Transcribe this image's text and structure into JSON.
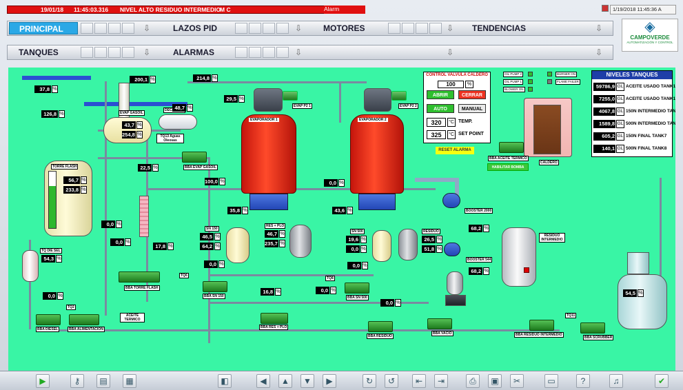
{
  "alarm": {
    "date": "19/01/18",
    "time": "11:45:03.316",
    "message": "NIVEL ALTO  RESIDUO INTERMEDIO",
    "code": "M C",
    "label": "Alarm"
  },
  "clock": "1/19/2018 11:45:36 A",
  "nav": {
    "row1": [
      "PRINCIPAL",
      "LAZOS PID",
      "MOTORES",
      "TENDENCIAS"
    ],
    "row2": [
      "TANQUES",
      "ALARMAS"
    ]
  },
  "logo": {
    "name": "CAMPOVERDE",
    "tagline": "AUTOMATIZACIÓN Y CONTROL"
  },
  "values": {
    "v200_1": "200,1",
    "v37_8": "37,8",
    "v126_8": "126,8",
    "v43_7": "43,7",
    "v254_8": "254,8",
    "v48_7": "48,7",
    "v214_8": "214,8",
    "v29_5": "29,5",
    "v22_5": "22,5",
    "v100_0": "100,0",
    "v56_7": "56,7",
    "v233_8": "233,8",
    "v0_0a": "0,0",
    "v0_0b": "0,0",
    "v17_8": "17,8",
    "v54_3": "54,3",
    "v0_0c": "0,0",
    "v35_8": "35,8",
    "v46_5": "46,5",
    "v64_2": "64,2",
    "v46_7": "46,7",
    "v235_7": "235,7",
    "v0_0d": "0,0",
    "v16_8": "16,8",
    "v0_0e": "0,0",
    "v43_6": "43,6",
    "v19_6": "19,6",
    "v0_0f": "0,0",
    "v26_5": "26,5",
    "v51_8": "51,8",
    "v0_0g": "0,0",
    "v0_0h": "0,0",
    "v0_0i": "0,0",
    "v68_2a": "68,2",
    "v68_2b": "68,2",
    "v54_5": "54,5"
  },
  "units": {
    "pct": "%",
    "deg": "°C",
    "gl": "GL"
  },
  "tags": {
    "evap_gasoil": "EVAP GASOIL",
    "decanter": "DECANTER",
    "tq13": "TQ13 Aguas Oleosas",
    "torre_flash": "TORRE FLASH",
    "bba_evap_gasoil": "BBA EVAP GASOIL",
    "evap_p1": "EVAP P2 1",
    "evaporador1": "EVAPORADOR 1",
    "evaporador2": "EVAPORADOR 2",
    "evap_p2": "EVAP P2 2",
    "booster2000": "BOOSTER 2000",
    "booster544": "BOOSTER 544",
    "sn150": "SN 150",
    "sn500": "SN 500",
    "res_plo": "RES + PLO",
    "residuo": "RESIDUO",
    "tq_die_sel": "TQ DIE SEL",
    "bba_torre_flash": "BBA TORRE FLASH",
    "tq6": "TQ6",
    "tq8": "TQ8",
    "bba_sn150": "BBA SN 150",
    "bba_sn500": "BBA SN 500",
    "bba_res_plo": "BBA RES + PLO",
    "bba_residuo": "BBA RESIDUO",
    "bba_diesel": "BBA DIESEL",
    "bba_alimentacion": "BBA ALIMENTACION",
    "tq2": "TQ2",
    "aceite_termico": "ACEITE TERMICO",
    "bba_vacio": "BBA VACIO",
    "residuo_intermedio": "RESIDUO INTERMEDIO",
    "bba_residuo_intermedio": "BBA RESIDUO INTERMEDIO",
    "tq11": "TQ11",
    "bba_scrubber": "BBA SCRUBBER",
    "bba_aceite_termico": "BBA ACEITE TERMICO",
    "caldero": "CALDERO"
  },
  "control": {
    "title": "CONTROL VALVULA CALDERO",
    "open_value": "100",
    "unit": "%",
    "abrir": "ABRIR",
    "cerrar": "CERRAR",
    "auto": "AUTO",
    "manual": "MANUAL",
    "temp_value": "320",
    "temp_label": "TEMP.",
    "sp_value": "325",
    "sp_label": "SET POINT",
    "reset": "RESET ALARMA",
    "habilitar": "HABILITAR BOMBA"
  },
  "status": {
    "oil_pump2": "OIL PUMP 2",
    "oil_pump1": "OIL PUMP 1",
    "blower_on": "BLOWER ON",
    "burner_on": "BURNER ON",
    "flame_failer": "FLAME FAILER"
  },
  "levels": {
    "title": "NIVELES TANQUES",
    "rows": [
      {
        "value": "59786,9",
        "name": "ACEITE USADO TANK1"
      },
      {
        "value": "7255,0",
        "name": "ACEITE USADO TANK1A"
      },
      {
        "value": "4067,8",
        "name": "150N INTERMEDIO TANK"
      },
      {
        "value": "1589,8",
        "name": "500N INTERMEDIO TANK"
      },
      {
        "value": "605,2",
        "name": "150N FINAL TANK7"
      },
      {
        "value": "140,1",
        "name": "500N FINAL TANK8"
      }
    ]
  },
  "colors": {
    "process_bg": "#39f5a5",
    "alarm": "#e01010",
    "evaporator": "#e02a14",
    "accent": "#2aa8e6"
  }
}
